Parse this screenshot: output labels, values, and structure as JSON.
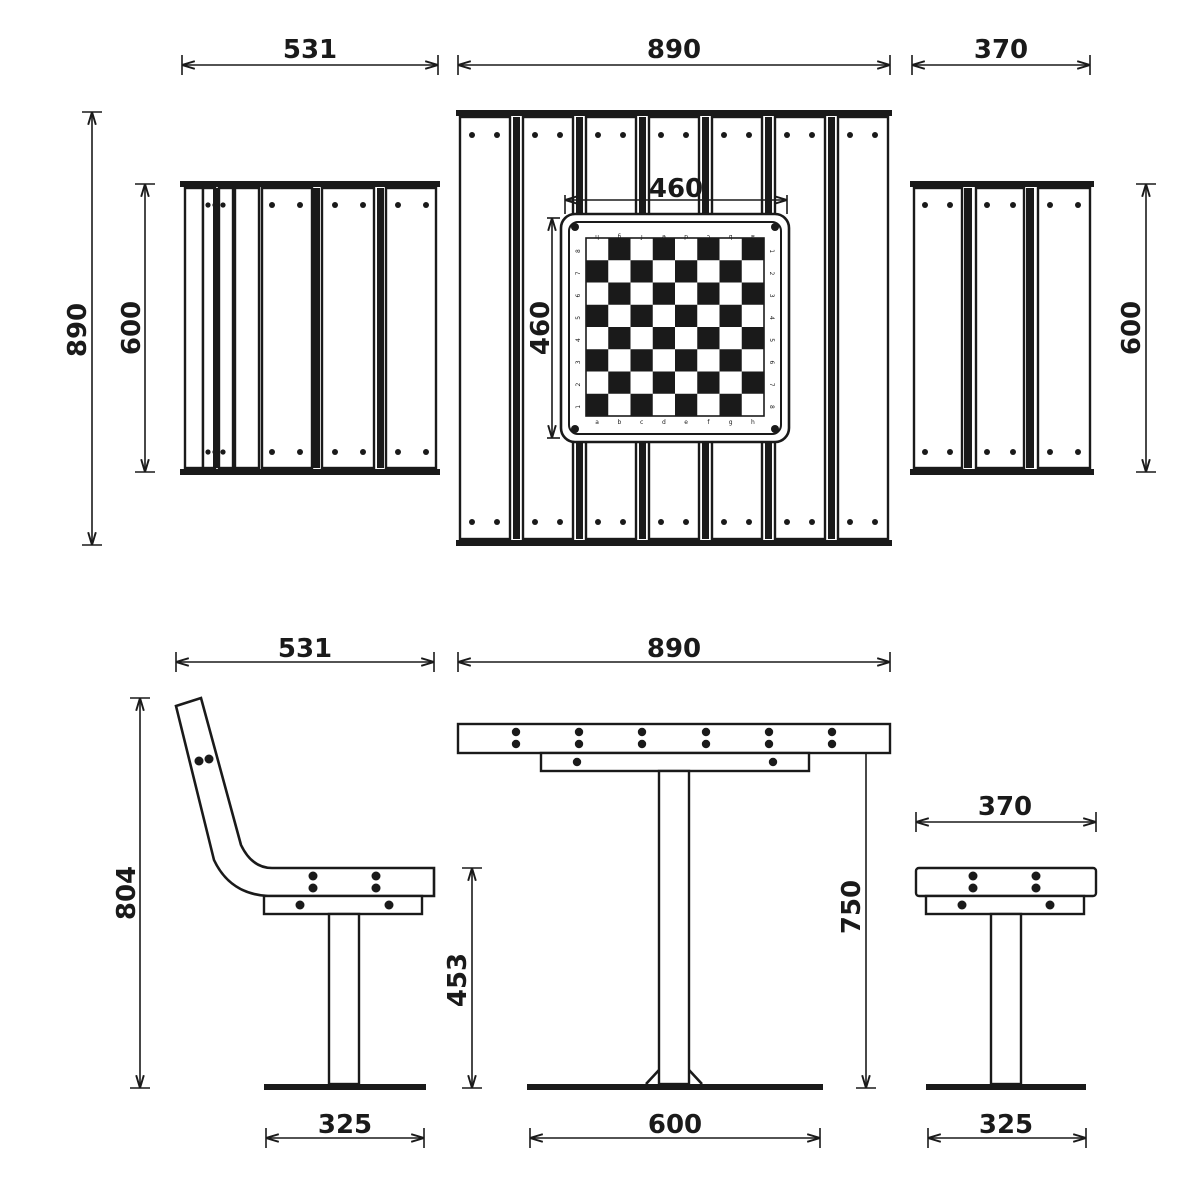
{
  "dimensions": {
    "top_chair_width": "531",
    "top_table_width": "890",
    "top_stool_width": "370",
    "table_depth": "890",
    "chair_depth": "600",
    "stool_depth": "600",
    "board_width": "460",
    "board_height": "460",
    "side_chair_width": "531",
    "side_table_width": "890",
    "chair_height": "804",
    "seat_height": "453",
    "table_height": "750",
    "stool_width": "370",
    "chair_base": "325",
    "table_base": "600",
    "stool_base": "325"
  },
  "board": {
    "files": [
      "a",
      "b",
      "c",
      "d",
      "e",
      "f",
      "g",
      "h"
    ],
    "ranks": [
      "1",
      "2",
      "3",
      "4",
      "5",
      "6",
      "7",
      "8"
    ]
  }
}
